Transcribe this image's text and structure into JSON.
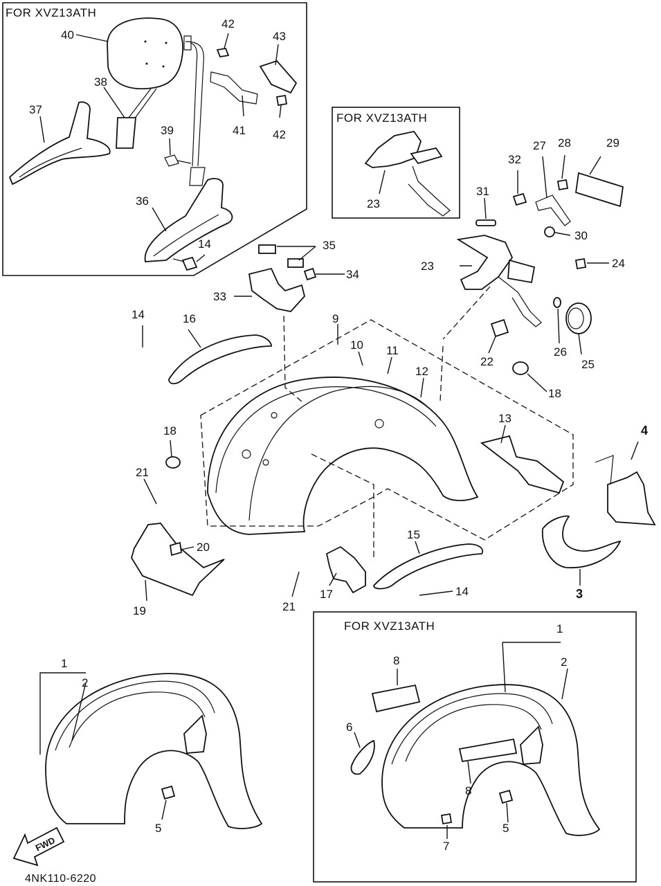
{
  "boxes": [
    {
      "id": "box-backrest",
      "title": "FOR XVZ13ATH"
    },
    {
      "id": "box-stay",
      "title": "FOR XVZ13ATH"
    },
    {
      "id": "box-fender",
      "title": "FOR XVZ13ATH"
    }
  ],
  "callouts": [
    "1",
    "1",
    "2",
    "2",
    "3",
    "4",
    "5",
    "5",
    "6",
    "7",
    "8",
    "8",
    "9",
    "10",
    "11",
    "12",
    "13",
    "14",
    "14",
    "14",
    "15",
    "16",
    "17",
    "18",
    "18",
    "19",
    "20",
    "21",
    "21",
    "22",
    "23",
    "23",
    "24",
    "25",
    "26",
    "27",
    "28",
    "29",
    "30",
    "31",
    "32",
    "33",
    "34",
    "35",
    "36",
    "37",
    "38",
    "39",
    "40",
    "41",
    "42",
    "42",
    "43"
  ],
  "fwd_label": "FWD",
  "ref_code": "4NK110-6220"
}
